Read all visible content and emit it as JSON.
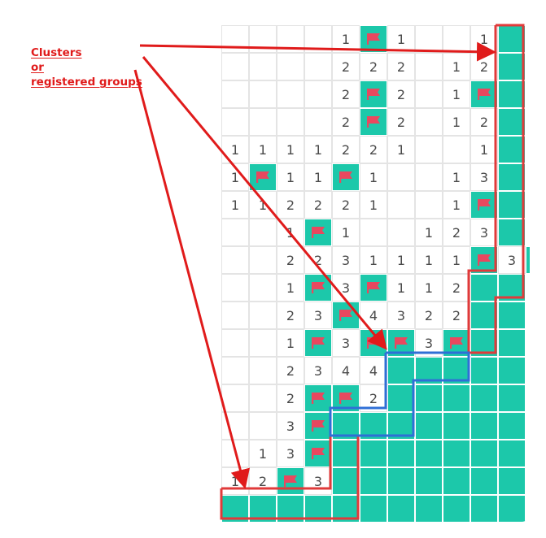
{
  "annotation": {
    "lines": [
      "Clusters",
      "or",
      "registered groups"
    ],
    "color": "#e01b1b"
  },
  "colors": {
    "covered": "#1cc8aa",
    "flag": "#e8485f",
    "number": "#4a4a4a",
    "grid": "#e4e4e4",
    "cluster_outline_red": "#e03a3a",
    "cluster_outline_blue": "#2f6fd6",
    "arrow": "#e01b1b"
  },
  "board": {
    "legend": "Row strings: '.' = revealed blank, '#' = covered cell, 'F' = flag, digit = revealed number.",
    "rows": [
      "....1F1..1#",
      "....222.12#",
      "....2F2.1F#",
      "....2F2.12#",
      "1111221..1#",
      "1F11F1..13#",
      "112221..1F#",
      "..1F1..123#",
      "..2231111F3#",
      "..1F3F112##",
      "..23F4322##",
      "..1F3FF3F##",
      "..2344#####",
      "..2FF2#####",
      "..3F#######",
      ".13F#######",
      "12F3#######",
      "###########"
    ]
  }
}
